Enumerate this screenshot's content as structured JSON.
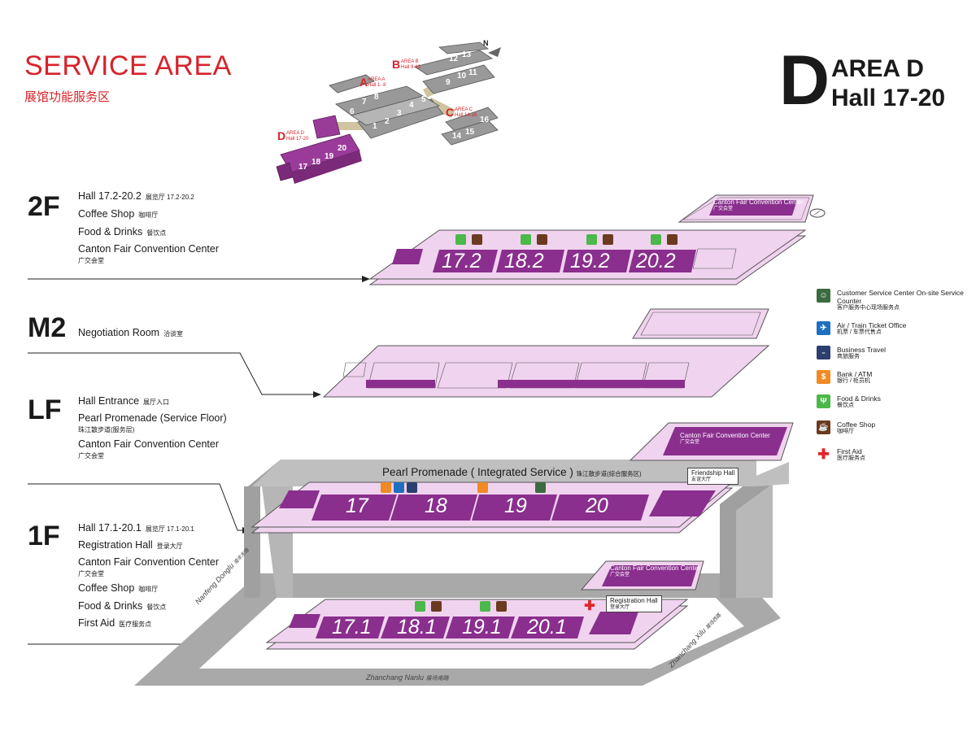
{
  "header": {
    "title": "SERVICE AREA",
    "subtitle": "展馆功能服务区",
    "area_letter": "D",
    "area_line1": "AREA D",
    "area_line2": "Hall 17-20"
  },
  "overview": {
    "area_a": {
      "letter": "A",
      "line1": "AREA A",
      "line2": "Hall 1- 8"
    },
    "area_b": {
      "letter": "B",
      "line1": "AREA B",
      "line2": "Hall 9-13"
    },
    "area_c": {
      "letter": "C",
      "line1": "AREA C",
      "line2": "Hall 14-16"
    },
    "area_d": {
      "letter": "D",
      "line1": "AREA D",
      "line2": "Hall 17-20"
    },
    "halls": [
      "1",
      "2",
      "3",
      "4",
      "5",
      "6",
      "7",
      "8",
      "9",
      "10",
      "11",
      "12",
      "13",
      "14",
      "15",
      "16",
      "17",
      "18",
      "19",
      "20"
    ],
    "north": "N"
  },
  "floors": {
    "f2": {
      "label": "2F",
      "lines": [
        {
          "en": "Hall 17.2-20.2",
          "cn": "展览厅 17.2-20.2"
        },
        {
          "en": "Coffee Shop",
          "cn": "咖啡厅"
        },
        {
          "en": "Food & Drinks",
          "cn": "餐饮点"
        },
        {
          "en": "Canton Fair Convention Center",
          "cn": "广交会堂"
        }
      ],
      "halls": [
        "17.2",
        "18.2",
        "19.2",
        "20.2"
      ],
      "convention_en": "Canton Fair Convention Center",
      "convention_cn": "广交会堂"
    },
    "m2": {
      "label": "M2",
      "lines": [
        {
          "en": "Negotiation Room",
          "cn": "洽谈室"
        }
      ]
    },
    "lf": {
      "label": "LF",
      "lines": [
        {
          "en": "Hall Entrance",
          "cn": "展厅入口"
        },
        {
          "en": "Pearl Promenade (Service Floor)",
          "cn": "珠江散步道(服务层)"
        },
        {
          "en": "Canton Fair Convention Center",
          "cn": "广交会堂"
        }
      ],
      "halls": [
        "17",
        "18",
        "19",
        "20"
      ],
      "promenade_en": "Pearl Promenade ( Integrated Service )",
      "promenade_cn": "珠江散步道(综合服务区)",
      "friendship_en": "Friendship Hall",
      "friendship_cn": "友谊大厅",
      "convention_en": "Canton Fair Convention Center",
      "convention_cn": "广交会堂"
    },
    "f1": {
      "label": "1F",
      "lines": [
        {
          "en": "Hall 17.1-20.1",
          "cn": "展览厅 17.1-20.1"
        },
        {
          "en": "Registration Hall",
          "cn": "登录大厅"
        },
        {
          "en": "Canton Fair Convention Center",
          "cn": "广交会堂"
        },
        {
          "en": "Coffee Shop",
          "cn": "咖啡厅"
        },
        {
          "en": "Food & Drinks",
          "cn": "餐饮点"
        },
        {
          "en": "First Aid",
          "cn": "医疗服务点"
        }
      ],
      "halls": [
        "17.1",
        "18.1",
        "19.1",
        "20.1"
      ],
      "registration_en": "Registration Hall",
      "registration_cn": "登录大厅",
      "convention_en": "Canton Fair Convention Center",
      "convention_cn": "广交会堂"
    }
  },
  "roads": {
    "west": {
      "en": "Nanfeng Donglu",
      "cn": "南丰东路"
    },
    "south": {
      "en": "Zhanchang Nanlu",
      "cn": "展场南路"
    },
    "east": {
      "en": "Zhanchang Xilu",
      "cn": "展场西路"
    }
  },
  "legend": [
    {
      "icon": "customer-service-icon",
      "color": "#3b6b3f",
      "en": "Customer Service Center On-site Service Counter",
      "cn": "客户服务中心现场服务点"
    },
    {
      "icon": "ticket-icon",
      "color": "#1f6fc0",
      "en": "Air / Train Ticket Office",
      "cn": "机票 / 车票代售点"
    },
    {
      "icon": "travel-icon",
      "color": "#2d3f6e",
      "en": "Business Travel",
      "cn": "商旅服务"
    },
    {
      "icon": "bank-icon",
      "color": "#f08a24",
      "en": "Bank / ATM",
      "cn": "银行 / 柜员机"
    },
    {
      "icon": "food-icon",
      "color": "#4bb84a",
      "en": "Food & Drinks",
      "cn": "餐饮点"
    },
    {
      "icon": "coffee-icon",
      "color": "#6b3a1f",
      "en": "Coffee Shop",
      "cn": "咖啡厅"
    },
    {
      "icon": "first-aid-icon",
      "color": "#e3242b",
      "en": "First Aid",
      "cn": "医疗服务点"
    }
  ],
  "colors": {
    "accent_red": "#d7222a",
    "hall_purple": "#8a2f8e",
    "floor_pink": "#f0d3ee",
    "building_gray": "#9a9a9a"
  }
}
